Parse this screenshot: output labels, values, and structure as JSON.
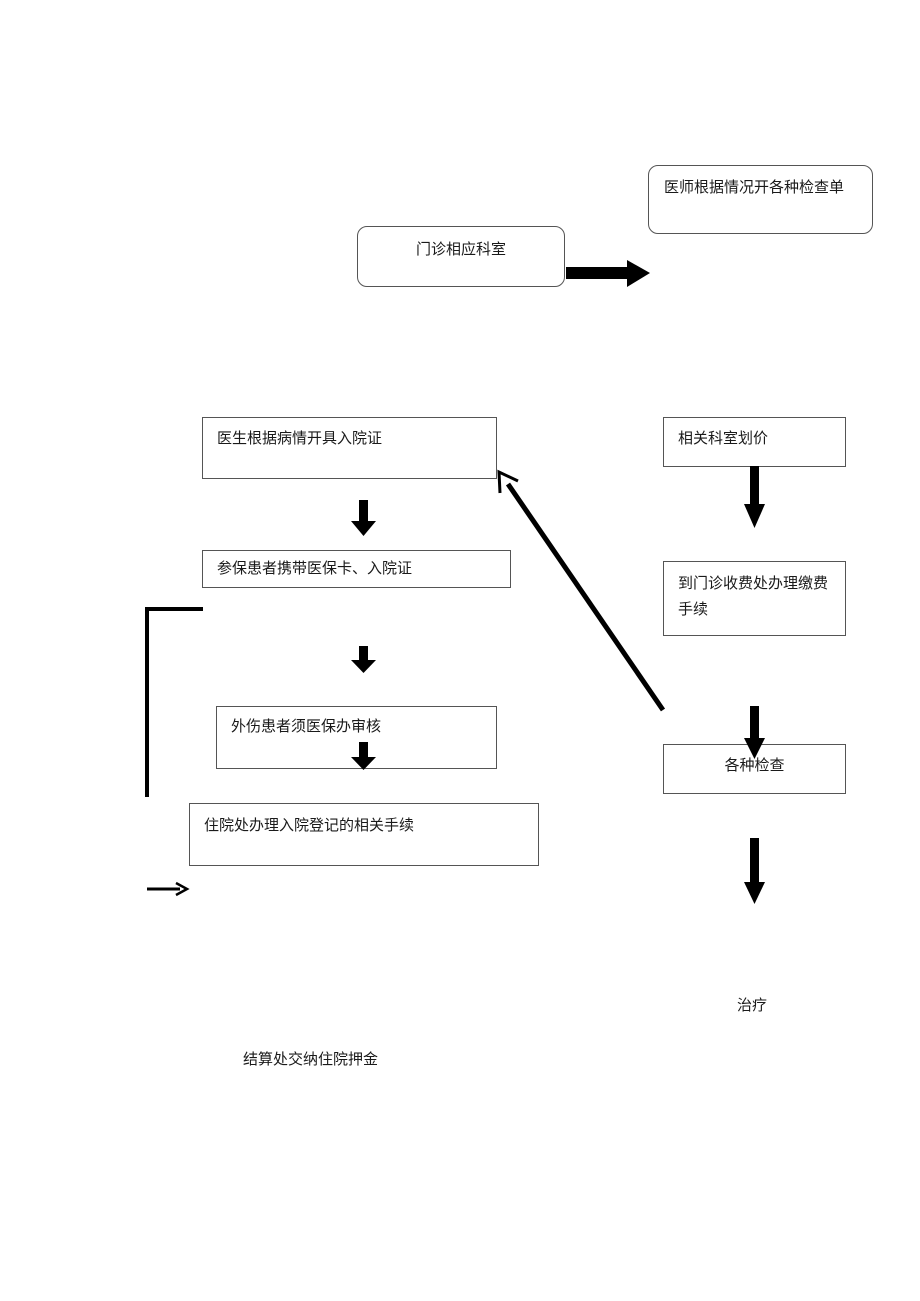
{
  "diagram": {
    "nodes": {
      "outpatient_dept": "门诊相应科室",
      "doctor_orders_exams": "医师根据情况开各种检查单",
      "doctor_issues_admission": "医生根据病情开具入院证",
      "insured_bring_card": "参保患者携带医保卡、入院证",
      "trauma_review": "外伤患者须医保办审核",
      "admission_registration": "住院处办理入院登记的相关手续",
      "dept_pricing": "相关科室划价",
      "cashier_payment": "到门诊收费处办理缴费手续",
      "exams": "各种检查",
      "treatment": "治疗",
      "deposit": "结算处交纳住院押金"
    }
  }
}
